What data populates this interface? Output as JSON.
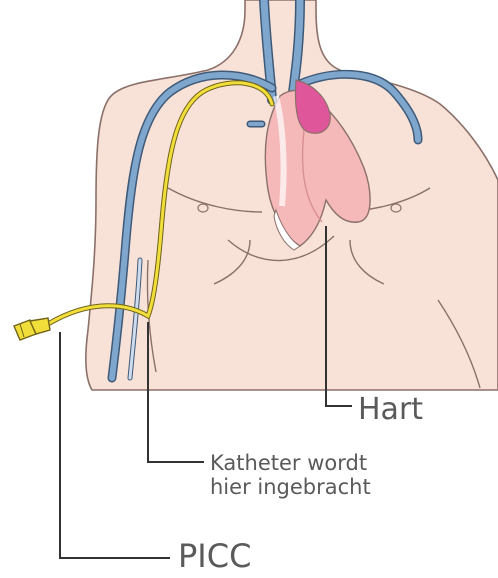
{
  "labels": {
    "heart": "Hart",
    "insertion_line1": "Katheter wordt",
    "insertion_line2": "hier ingebracht",
    "picc": "PICC"
  },
  "colors": {
    "skin": "#f8e2d8",
    "skin_outline": "#8a7069",
    "vein": "#7fa6cc",
    "vein_outline": "#3e5a78",
    "catheter": "#f2de3a",
    "catheter_outline": "#6f6318",
    "heart_pink": "#f5b9b9",
    "heart_magenta": "#e0569a",
    "leader_line": "#333333",
    "text": "#5a5a5a"
  }
}
